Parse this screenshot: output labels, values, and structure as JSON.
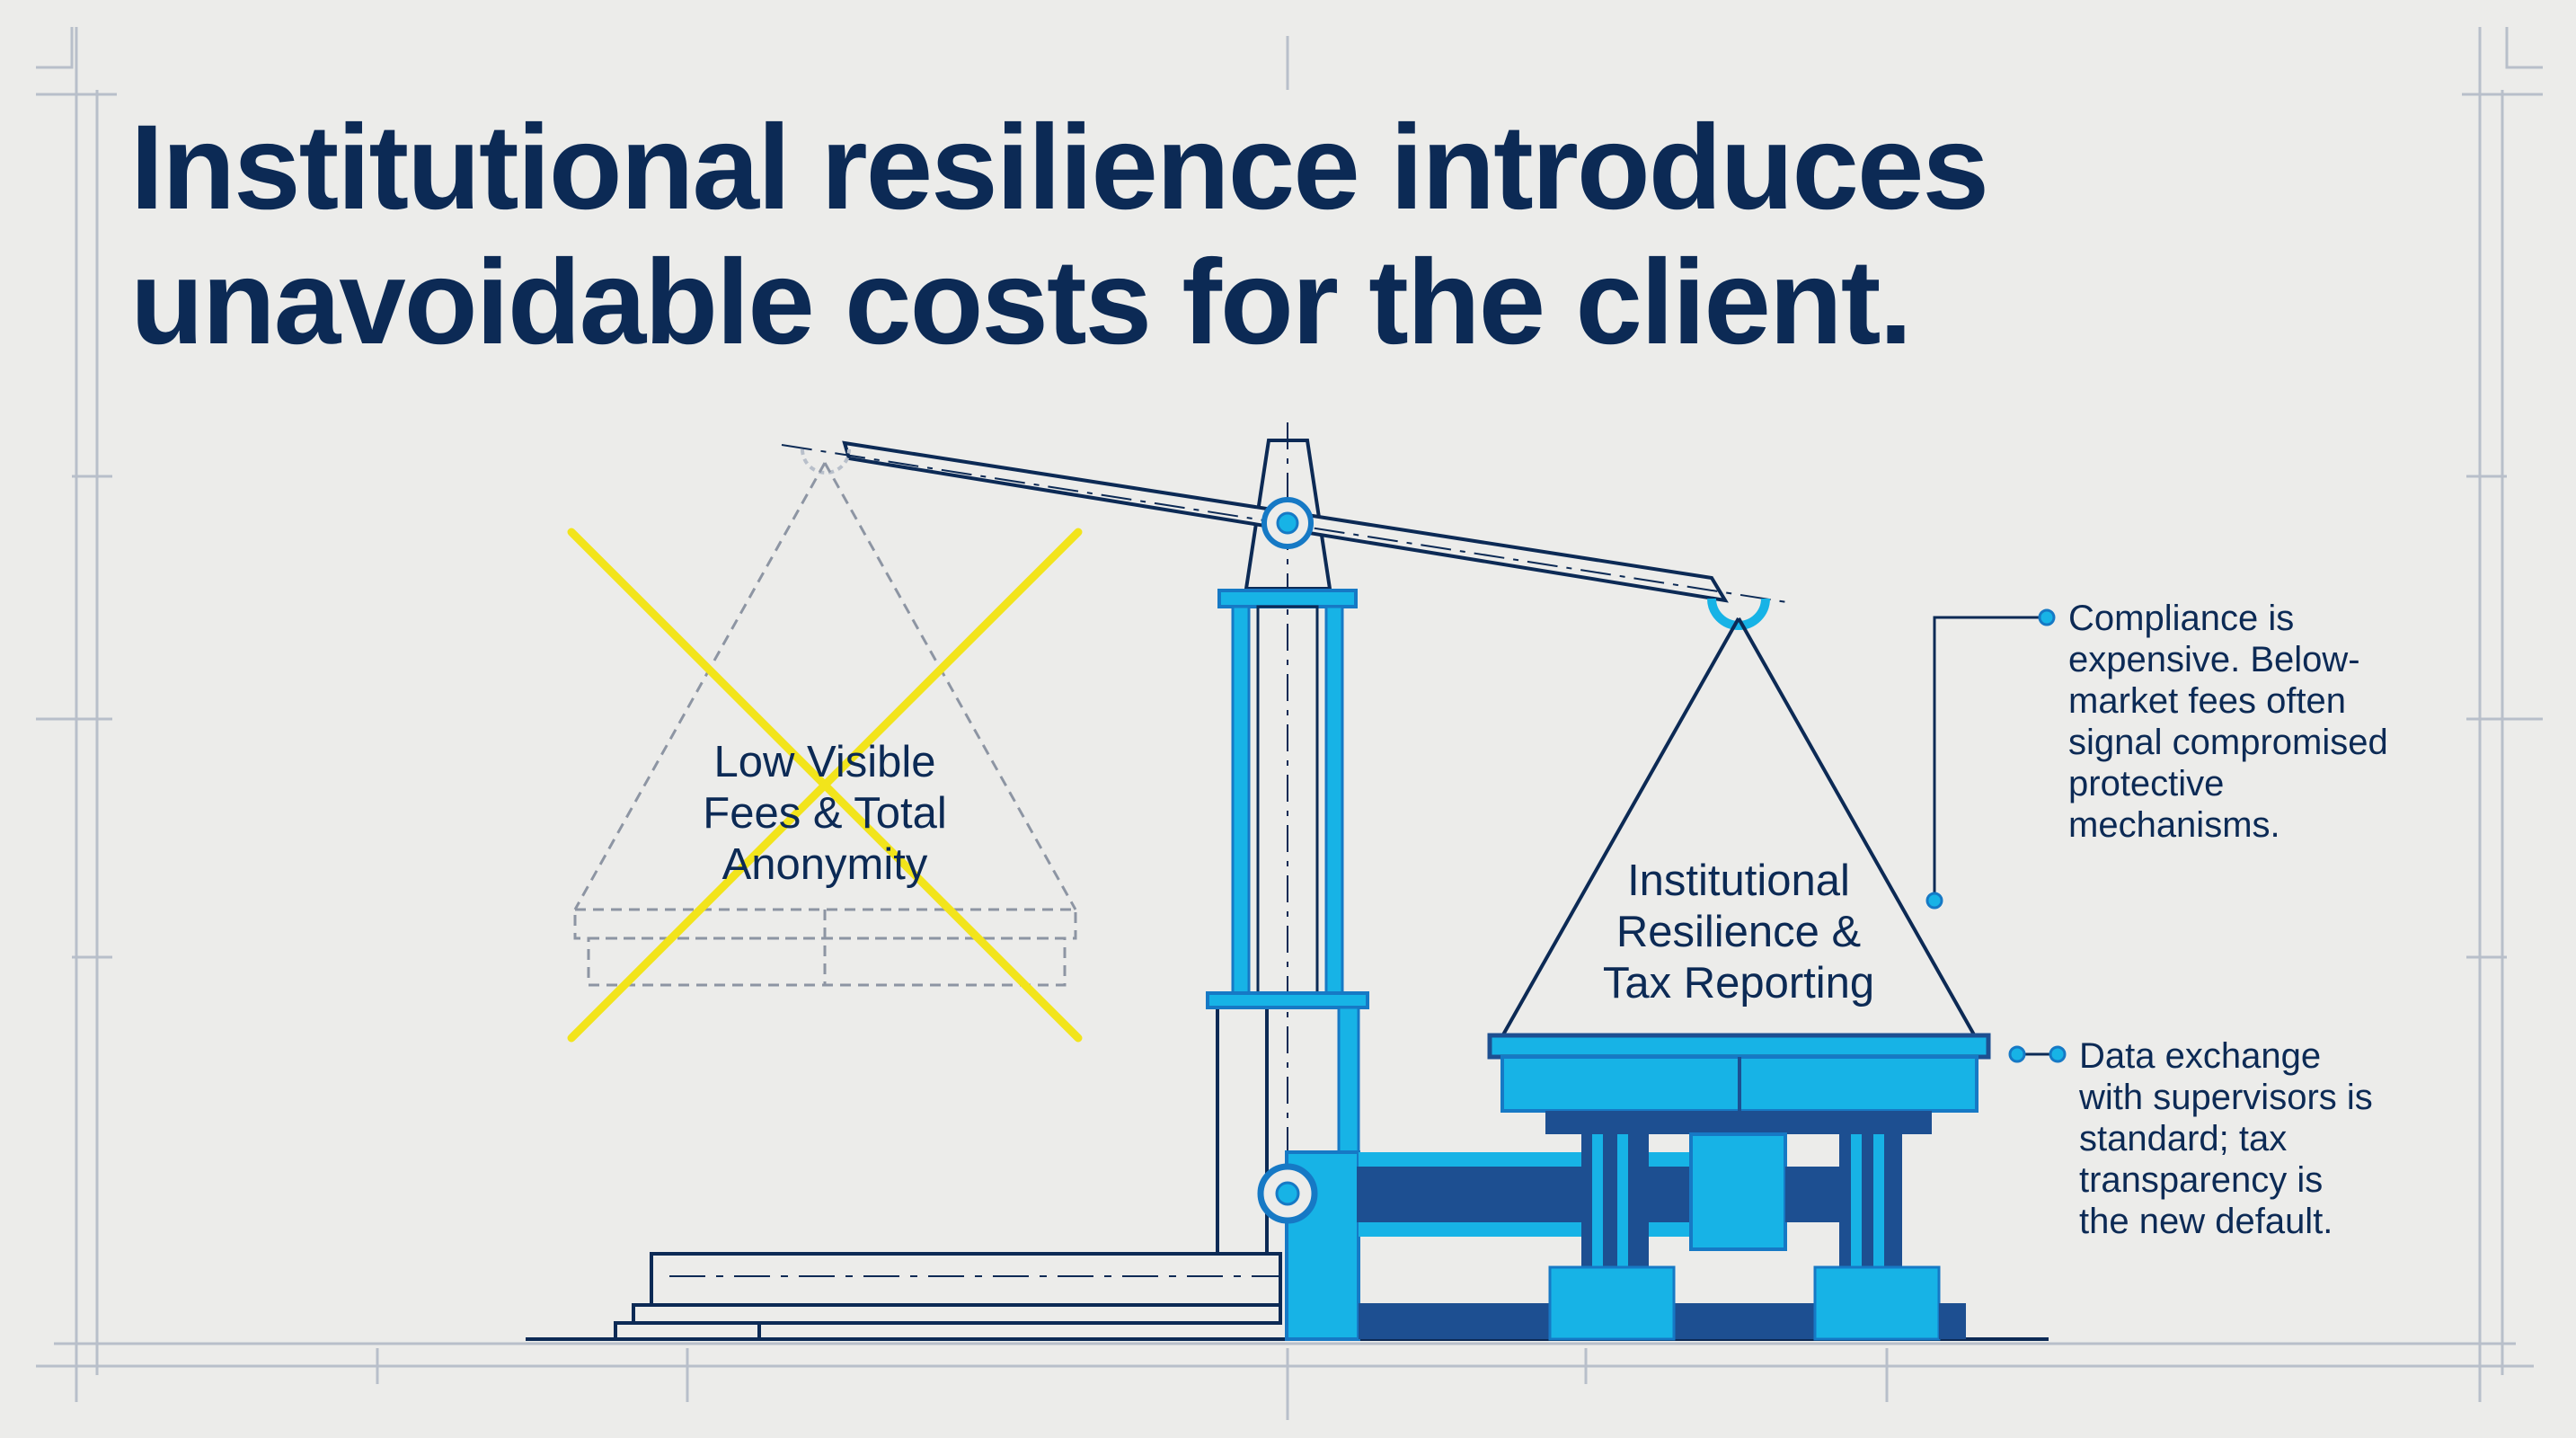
{
  "title": {
    "line1": "Institutional resilience introduces",
    "line2": "unavoidable costs for the client."
  },
  "left_pan": {
    "label_lines": [
      "Low Visible",
      "Fees & Total",
      "Anonymity"
    ],
    "crossed_out": true
  },
  "right_pan": {
    "label_lines": [
      "Institutional",
      "Resilience &",
      "Tax Reporting"
    ]
  },
  "callouts": [
    {
      "lines": [
        "Compliance is",
        "expensive. Below-",
        "market fees often",
        "signal compromised",
        "protective",
        "mechanisms."
      ]
    },
    {
      "lines": [
        "Data exchange",
        "with supervisors is",
        "standard; tax",
        "transparency is",
        "the new default."
      ]
    }
  ],
  "colors": {
    "background": "#ececea",
    "navy": "#0c2a55",
    "bright_blue": "#17b3e6",
    "mid_blue": "#1679c5",
    "dark_blue": "#1d4f91",
    "grid": "#b8bfca",
    "cross": "#f2e41b"
  }
}
